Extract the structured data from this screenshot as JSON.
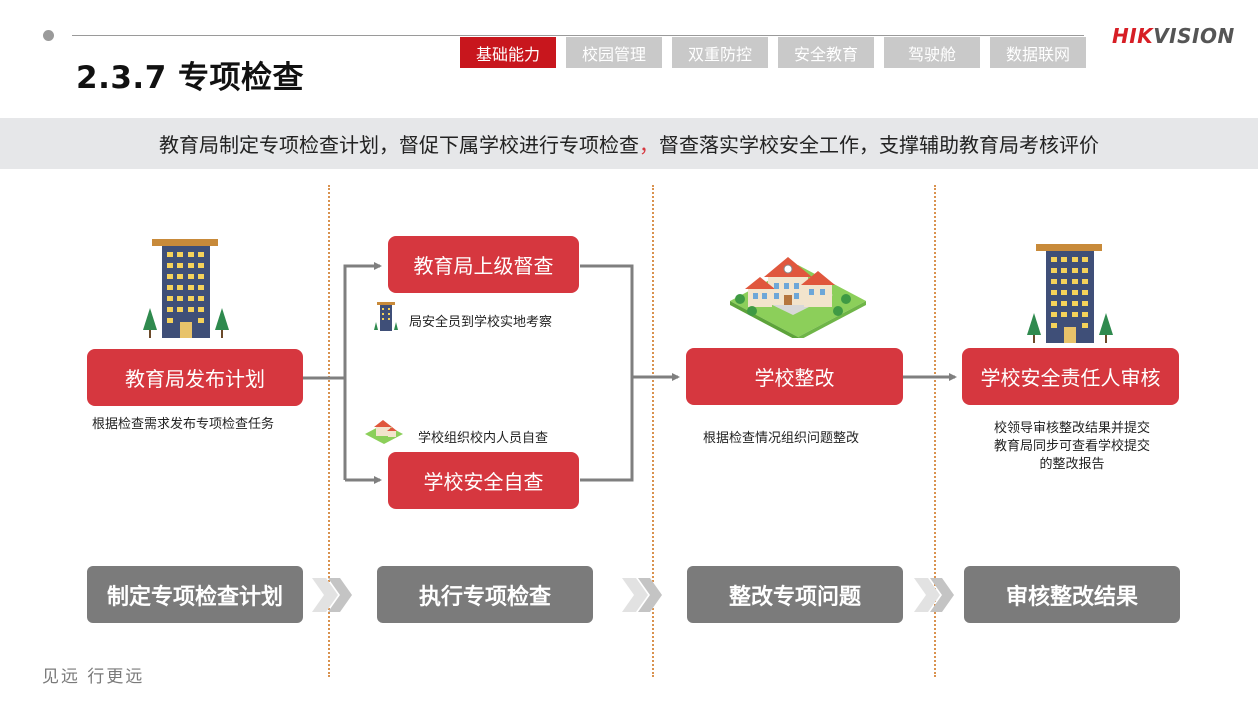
{
  "header": {
    "title": "2.3.7 专项检查",
    "tabs": [
      {
        "label": "基础能力",
        "active": true
      },
      {
        "label": "校园管理",
        "active": false
      },
      {
        "label": "双重防控",
        "active": false
      },
      {
        "label": "安全教育",
        "active": false
      },
      {
        "label": "驾驶舱",
        "active": false
      },
      {
        "label": "数据联网",
        "active": false
      }
    ],
    "logo": {
      "part1": "HIK",
      "part2": "VISION"
    }
  },
  "banner": {
    "part1": "教育局制定专项检查计划，督促下属学校进行专项检查",
    "part2": "，",
    "part3": "督查落实学校安全工作，支撑辅助教育局考核评价"
  },
  "flow": {
    "publish_plan": {
      "label": "教育局发布计划",
      "caption": "根据检查需求发布专项检查任务"
    },
    "superior_check": {
      "label": "教育局上级督查",
      "caption": "局安全员到学校实地考察"
    },
    "self_check": {
      "label": "学校安全自查",
      "caption": "学校组织校内人员自查"
    },
    "rectify": {
      "label": "学校整改",
      "caption": "根据检查情况组织问题整改"
    },
    "review": {
      "label": "学校安全责任人审核",
      "caption_lines": [
        "校领导审核整改结果并提交",
        "教育局同步可查看学校提交",
        "的整改报告"
      ]
    }
  },
  "stages": [
    {
      "label": "制定专项检查计划"
    },
    {
      "label": "执行专项检查"
    },
    {
      "label": "整改专项问题"
    },
    {
      "label": "审核整改结果"
    }
  ],
  "footer": {
    "slogan": "见远 行更远"
  },
  "colors": {
    "brand_red": "#d6373f",
    "tab_active": "#c8161d",
    "tab_inactive": "#c9c9c9",
    "stage_gray": "#7b7b7b",
    "divider": "#d9924f"
  }
}
